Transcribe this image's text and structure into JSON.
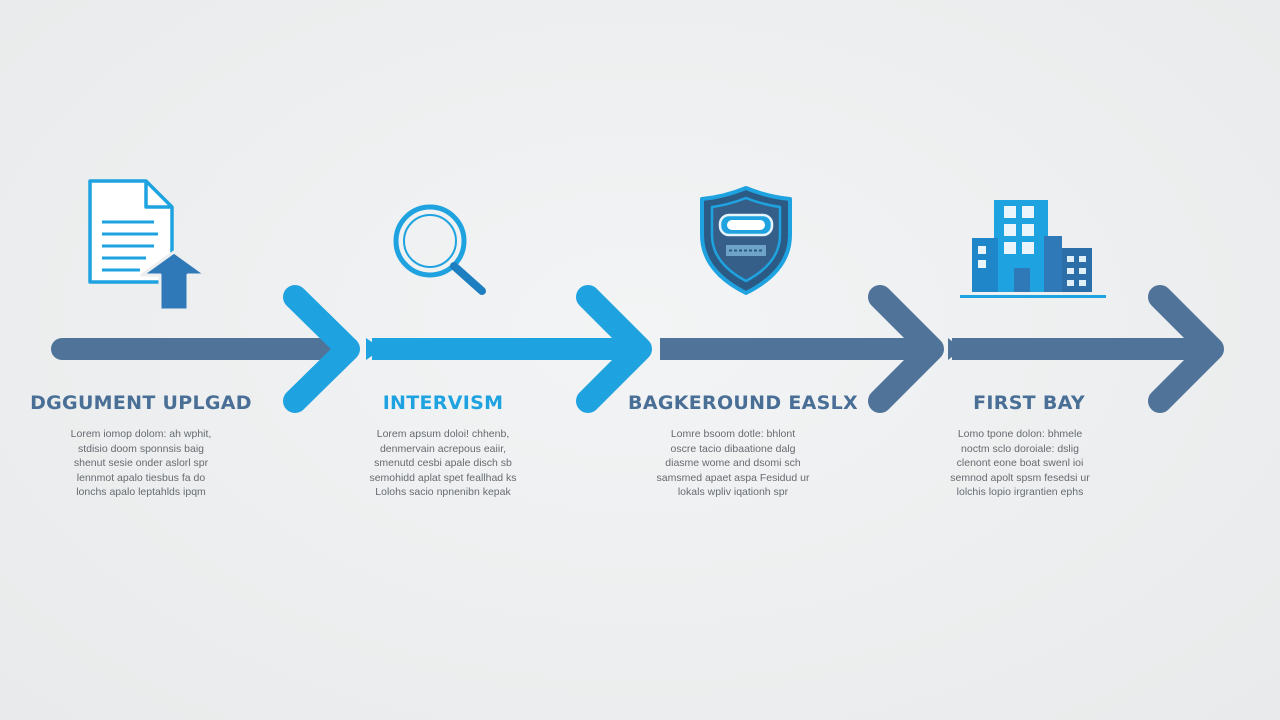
{
  "steps": [
    {
      "title": "DGGUMENT UPLGAD",
      "icon": "document-upload-icon",
      "title_color": "#4a6f96",
      "desc": [
        "Lorem iomop dolom: ah wphit,",
        "stdisio doom sponnsis baig",
        "shenut sesie onder aslorl spr",
        "lennmot apalo tiesbus fa do",
        "lonchs apalo leptahlds ipqm"
      ]
    },
    {
      "title": "INTERVISM",
      "icon": "magnifier-icon",
      "title_color": "#1fa3e0",
      "desc": [
        "Lorem apsum doloi! chhenb,",
        "denmervain acrepous eaiir,",
        "smenutd cesbi apale disch sb",
        "semohidd aplat spet feallhad ks",
        "Lolohs sacio npnenibn kepak"
      ]
    },
    {
      "title": "BAGKEROUND EASLX",
      "icon": "shield-icon",
      "title_color": "#4a6f96",
      "desc": [
        "Lomre bsoom dotle: bhlont",
        "oscre tacio dibaatione dalg",
        "diasme wome and dsomi sch",
        "samsmed apaet aspa Fesidud ur",
        "lokals wpliv iqationh spr"
      ]
    },
    {
      "title": "FIRST BAY",
      "icon": "office-building-icon",
      "title_color": "#4a6f96",
      "desc": [
        "Lomo tpone dolon: bhmele",
        "noctm sclo doroiale: dslig",
        "clenont eone boat swenl ioi",
        "semnod apolt spsm fesedsi ur",
        "lolchis lopio irgrantien ephs"
      ]
    }
  ],
  "colors": {
    "light_blue": "#1fa3e0",
    "steel_blue": "#4f7399",
    "background": "#eceeef"
  }
}
